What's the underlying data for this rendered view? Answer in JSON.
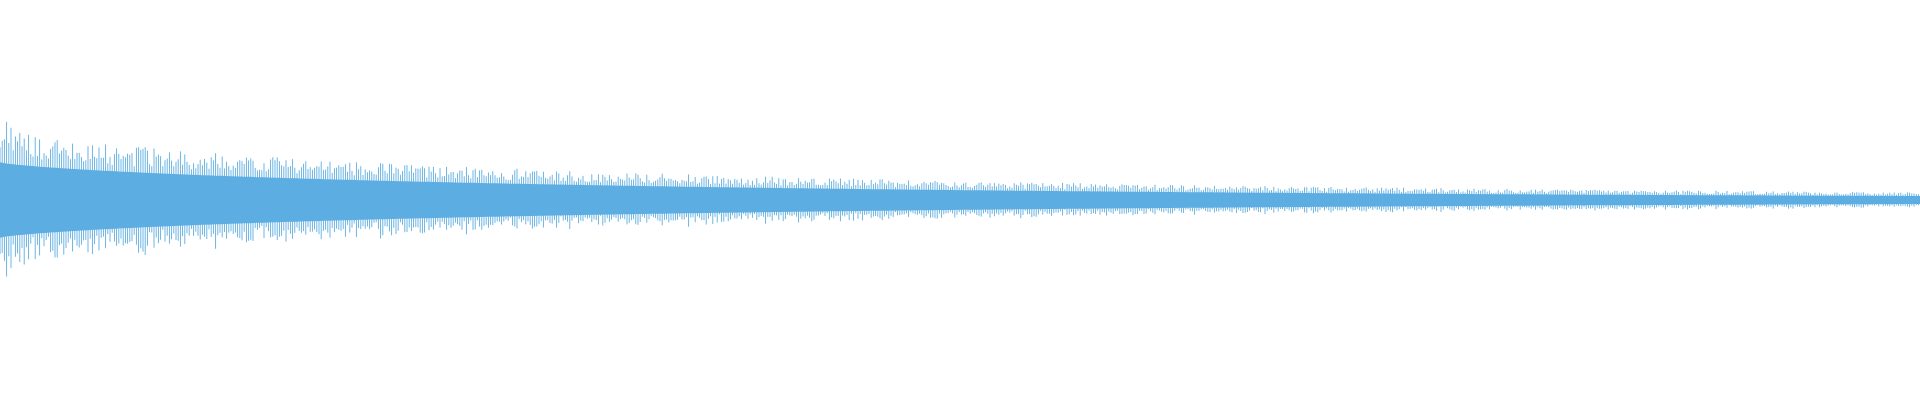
{
  "waveform": {
    "color": "#5DADE2",
    "background": "#FFFFFF",
    "envelope": {
      "start_amplitude": 0.76,
      "end_amplitude": 0.08,
      "decay": "exponential"
    }
  }
}
